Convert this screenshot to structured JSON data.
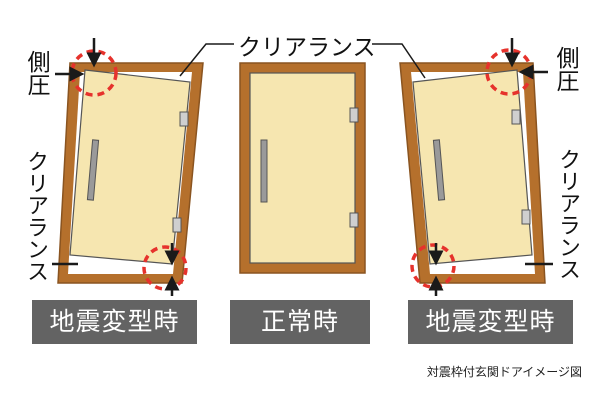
{
  "labels": {
    "side_pressure": "側圧",
    "clearance": "クリアランス",
    "clearance_top": "クリアランス"
  },
  "captions": {
    "left": "地震変型時",
    "center": "正常時",
    "right": "地震変型時"
  },
  "footer": "対震枠付玄関ドアイメージ図",
  "colors": {
    "frame": "#b5702c",
    "frame_edge": "#8a5420",
    "door": "#f6e6b0",
    "door_edge": "#555555",
    "caption_bg": "#636363",
    "circle": "#e6322c",
    "line": "#1a1a1a"
  }
}
